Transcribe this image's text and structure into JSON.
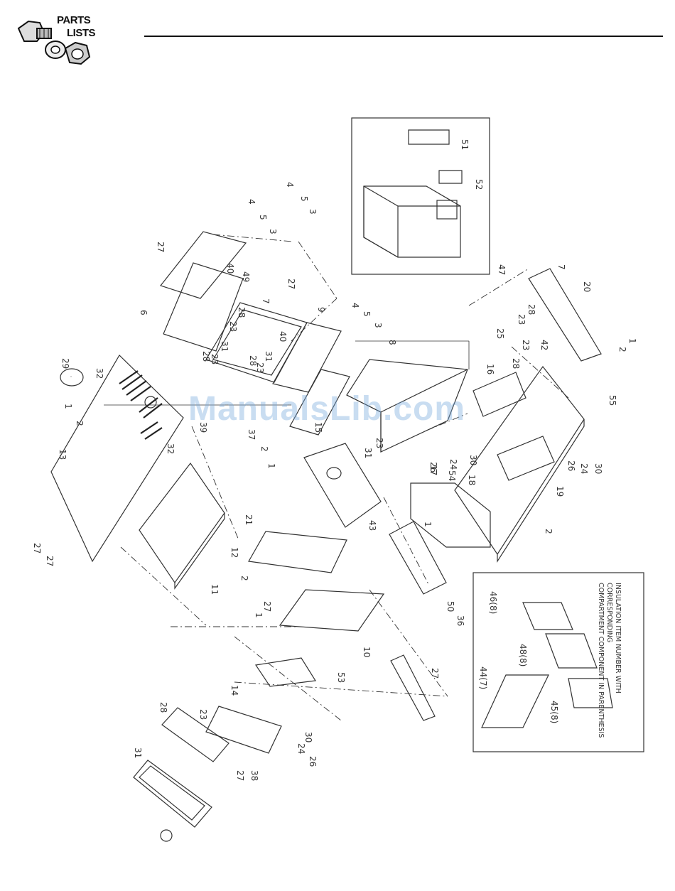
{
  "header": {
    "logo_line1": "PARTS",
    "logo_line2": "LISTS",
    "logo_icon": "bolt-washer-nut-icon"
  },
  "watermark": "ManualsLib.com",
  "inset_note": {
    "line1": "INSULATION ITEM NUMBER WITH CORRESPONDING",
    "line2": "COMPARTMENT COMPONENT IN PARENTHESIS"
  },
  "insulation_labels": [
    "46(8)",
    "48(8)",
    "44(7)",
    "45(8)"
  ],
  "callouts": [
    "51",
    "52",
    "4",
    "5",
    "3",
    "4",
    "5",
    "3",
    "27",
    "40",
    "49",
    "6",
    "28",
    "23",
    "31",
    "28",
    "23",
    "27",
    "7",
    "9",
    "40",
    "28",
    "23",
    "31",
    "4",
    "5",
    "3",
    "8",
    "47",
    "7",
    "20",
    "28",
    "23",
    "25",
    "23",
    "42",
    "2",
    "1",
    "16",
    "28",
    "29",
    "32",
    "1",
    "2",
    "39",
    "37",
    "15",
    "55",
    "13",
    "32",
    "1",
    "2",
    "31",
    "23",
    "26",
    "24",
    "30",
    "26",
    "24",
    "30",
    "17",
    "54",
    "18",
    "19",
    "21",
    "43",
    "1",
    "2",
    "11",
    "27",
    "27",
    "12",
    "2",
    "1",
    "27",
    "50",
    "36",
    "10",
    "53",
    "27",
    "14",
    "28",
    "23",
    "31",
    "30",
    "24",
    "26",
    "27",
    "38"
  ],
  "colors": {
    "line": "#333333",
    "watermark": "#78aadc"
  }
}
